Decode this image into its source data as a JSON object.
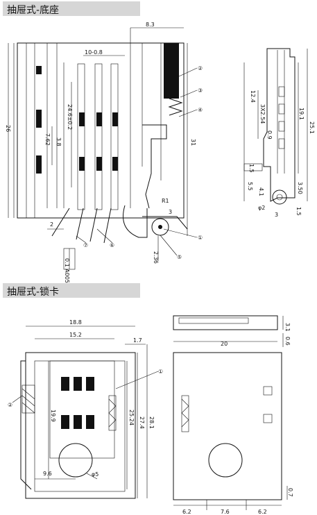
{
  "sections": {
    "base_title": "抽屉式-底座",
    "lock_title": "抽屉式-锁卡"
  },
  "base_left": {
    "dim_8_3": "8.3",
    "dim_10_0_8": "10-0.8",
    "dim_26": "26",
    "dim_24_6": "24.6±0.2",
    "dim_7_62": "7.62",
    "dim_3_8": "3.8",
    "dim_31": "31",
    "dim_r1": "R1",
    "dim_3": "3",
    "dim_2": "2",
    "dim_2_36": "2.36",
    "flat_note": "0.1 A005",
    "callouts": [
      "①",
      "②",
      "③",
      "④",
      "⑤",
      "⑥",
      "⑦"
    ]
  },
  "base_side": {
    "dim_12_4": "12.4",
    "dim_3x2_54": "3X2.54",
    "dim_19_1": "19.1",
    "dim_25_1": "25.1",
    "dim_0_9": "0.9",
    "dim_1_5": "1.5",
    "dim_5_5": "5.5",
    "dim_4_1": "4.1",
    "dim_3_50": "3.50",
    "dim_phi2": "φ2",
    "dim_3": "3",
    "dim_1_5b": "1.5"
  },
  "lock_left": {
    "dim_18_8": "18.8",
    "dim_15_2": "15.2",
    "dim_1_7": "1.7",
    "dim_19_9": "19.9",
    "dim_25_24": "25.24",
    "dim_27_4": "27.4",
    "dim_28_1": "28.1",
    "dim_9_6": "9.6",
    "dim_phi5": "φ5",
    "callout_1": "①",
    "callout_2": "②"
  },
  "lock_right": {
    "dim_3_1": "3.1",
    "dim_20": "20",
    "dim_0_6": "0.6",
    "dim_0_7": "0.7",
    "dim_6_2a": "6.2",
    "dim_7_6": "7.6",
    "dim_6_2b": "6.2"
  }
}
